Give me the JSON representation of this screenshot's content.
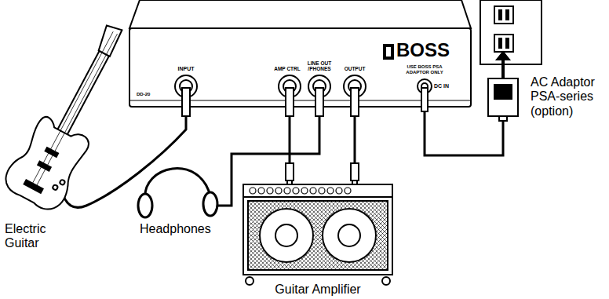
{
  "diagram": {
    "labels": [
      "INPUT",
      "AMP CTRL",
      "LINE OUT /PHONES",
      "OUTPUT",
      "USE BOSS PSA ADAPTOR ONLY",
      "DC IN",
      "DD-20",
      "BOSS",
      "Electric Guitar",
      "Headphones",
      "AC Adaptor PSA-series (option)",
      "Guitar Amplifier"
    ]
  }
}
